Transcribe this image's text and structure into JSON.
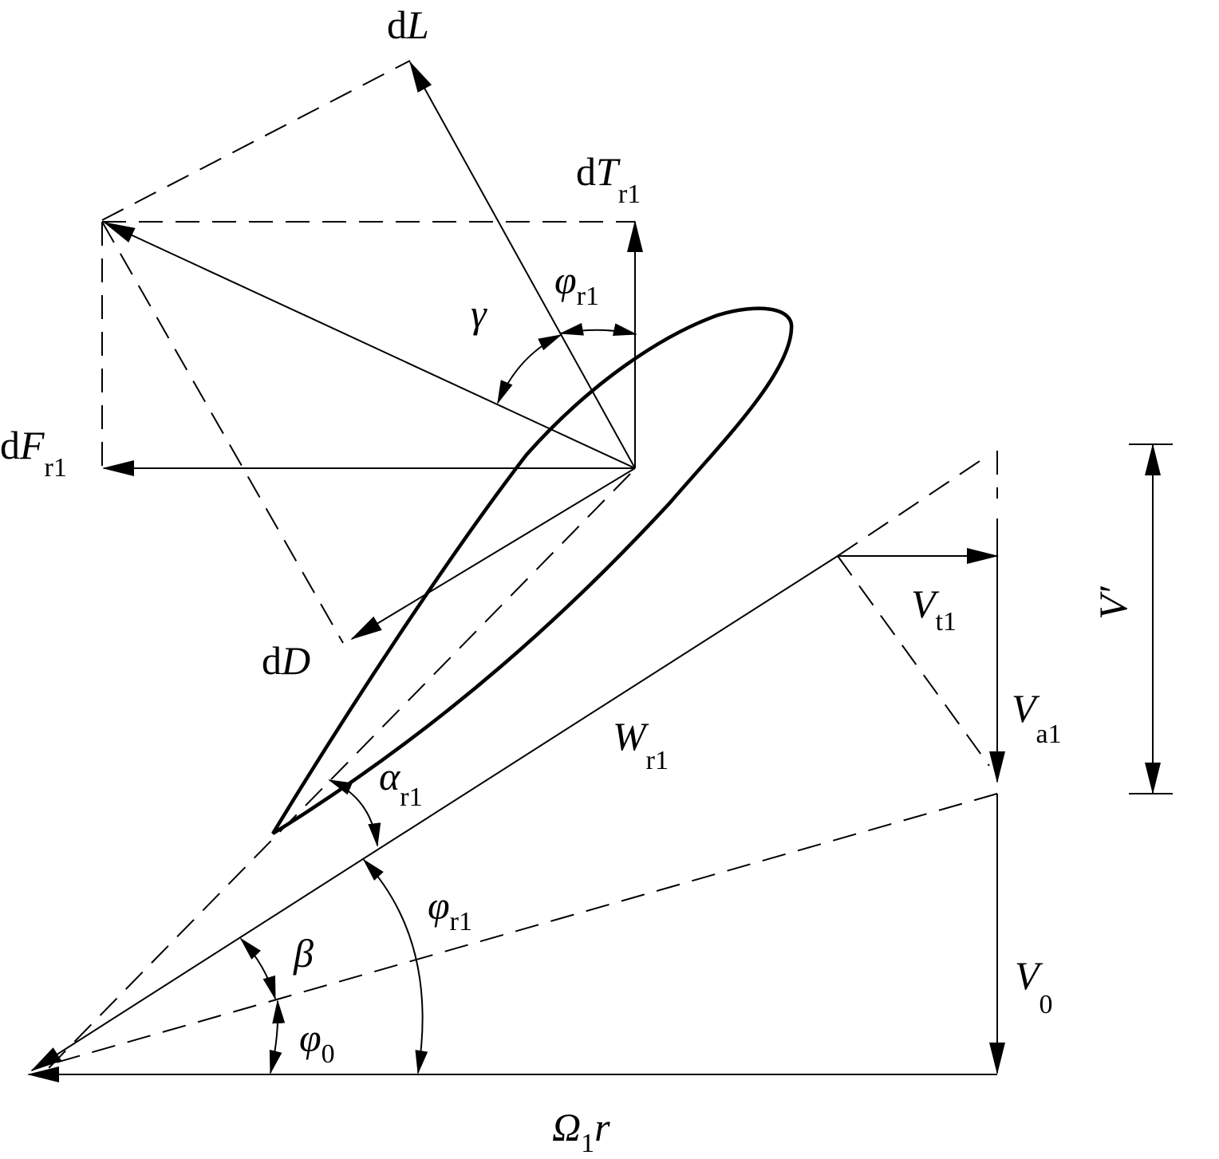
{
  "labels": {
    "dL": {
      "pre": "d",
      "var": "L",
      "sub": ""
    },
    "dT": {
      "pre": "d",
      "var": "T",
      "sub": "r1"
    },
    "dF": {
      "pre": "d",
      "var": "F",
      "sub": "r1"
    },
    "dD": {
      "pre": "d",
      "var": "D",
      "sub": ""
    },
    "phi_top": {
      "pre": "",
      "var": "φ",
      "sub": "r1"
    },
    "gamma": {
      "pre": "",
      "var": "γ",
      "sub": ""
    },
    "alpha": {
      "pre": "",
      "var": "α",
      "sub": "r1"
    },
    "W": {
      "pre": "",
      "var": "W",
      "sub": "r1"
    },
    "phi_low": {
      "pre": "",
      "var": "φ",
      "sub": "r1"
    },
    "beta": {
      "pre": "",
      "var": "β",
      "sub": ""
    },
    "phi0": {
      "pre": "",
      "var": "φ",
      "sub": "0"
    },
    "Vt": {
      "pre": "",
      "var": "V",
      "sub": "t1"
    },
    "Va": {
      "pre": "",
      "var": "V",
      "sub": "a1"
    },
    "V0": {
      "pre": "",
      "var": "V",
      "sub": "0"
    },
    "Vprime": {
      "pre": "",
      "var": "V′",
      "sub": ""
    },
    "Omega": {
      "pre": "",
      "var": "Ω",
      "sub": "1",
      "post": "r"
    }
  }
}
